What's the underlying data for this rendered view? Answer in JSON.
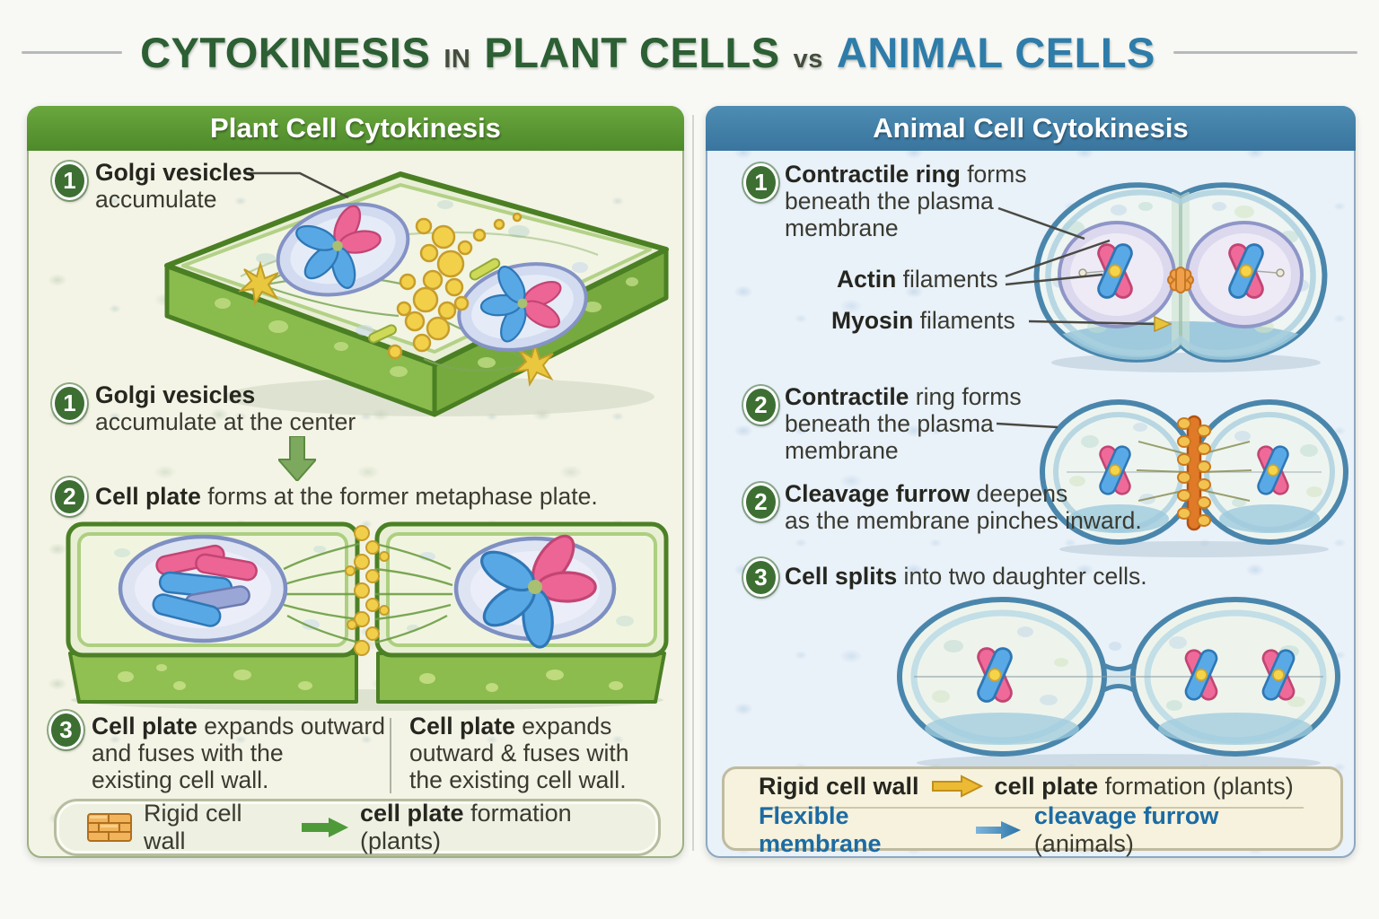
{
  "title": {
    "word1": "CYTOKINESIS",
    "connector": "IN",
    "word2": "PLANT CELLS",
    "vs": "vs",
    "word3": "ANIMAL CELLS"
  },
  "plant": {
    "header": "Plant Cell Cytokinesis",
    "step1a": {
      "num": "1",
      "bold": "Golgi vesicles",
      "line2": "accumulate"
    },
    "step1b": {
      "num": "1",
      "bold": "Golgi vesicles",
      "line2": "accumulate at the center"
    },
    "step2": {
      "num": "2",
      "bold": "Cell plate",
      "rest": " forms at the former metaphase plate."
    },
    "step3": {
      "num": "3",
      "col1_bold": "Cell plate",
      "col1_rest": " expands outward",
      "col1_line2": "and fuses with the",
      "col1_line3": "existing cell wall.",
      "col2_bold": "Cell plate",
      "col2_rest": " expands",
      "col2_line2": "outward & fuses with",
      "col2_line3": "the existing cell wall."
    },
    "legend": {
      "term": "Rigid cell wall",
      "result_bold": "cell plate",
      "result_rest": " formation (plants)"
    }
  },
  "animal": {
    "header": "Animal Cell Cytokinesis",
    "step1": {
      "num": "1",
      "bold": "Contractile ring",
      "rest": " forms",
      "line2": "beneath the plasma",
      "line3": "membrane"
    },
    "labels": {
      "actin_bold": "Actin",
      "actin_rest": " filaments",
      "myosin_bold": "Myosin",
      "myosin_rest": " filaments"
    },
    "step2a": {
      "num": "2",
      "bold": "Contractile",
      "rest": " ring forms",
      "line2": "beneath the plasma",
      "line3": "membrane"
    },
    "step2b": {
      "num": "2",
      "bold": "Cleavage furrow",
      "rest": " deepens",
      "line2": "as the membrane pinches inward."
    },
    "step3": {
      "num": "3",
      "bold": "Cell splits",
      "rest": " into two daughter cells."
    },
    "legend_row1": {
      "term": "Rigid cell wall",
      "result_bold": "cell plate",
      "result_rest": " formation (plants)"
    },
    "legend_row2": {
      "term": "Flexible membrane",
      "result_bold": "cleavage furrow",
      "result_rest": " (animals)"
    }
  },
  "colors": {
    "title_green": "#2c5f33",
    "title_blue": "#2e7ca9",
    "plant_header_green": "#5a9733",
    "animal_header_blue": "#3f7ea7",
    "step_badge_green": "#3d6f33",
    "legend_flexible_blue": "#1c6ba3",
    "plant_arrow_green": "#4e9a39",
    "animal_arrow_yellow": "#e7b73a",
    "animal_arrow_blue": "#3b85b8"
  }
}
